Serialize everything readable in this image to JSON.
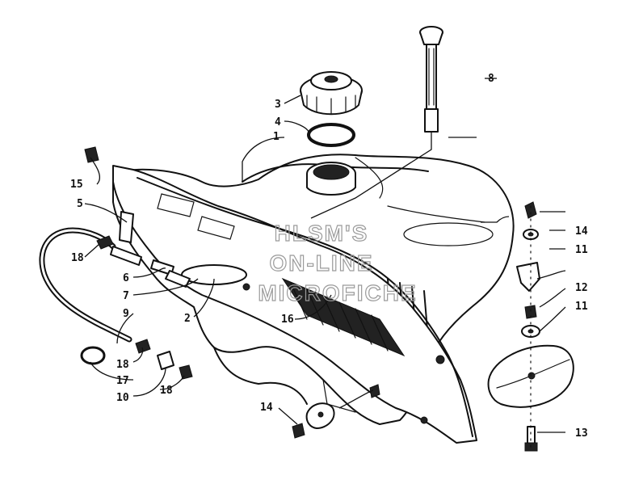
{
  "watermark": {
    "line1": "HLSM'S",
    "line2": "ON-LINE",
    "line3": "MICROFICHE"
  },
  "callouts": {
    "c1": "1",
    "c2": "2",
    "c3": "3",
    "c4": "4",
    "c5": "5",
    "c6": "6",
    "c7": "7",
    "c8": "8",
    "c9": "9",
    "c10": "10",
    "c11a": "11",
    "c11b": "11",
    "c12": "12",
    "c13": "13",
    "c14a": "14",
    "c14b": "14",
    "c15": "15",
    "c16": "16",
    "c17": "17",
    "c18a": "18",
    "c18b": "18",
    "c18c": "18"
  }
}
